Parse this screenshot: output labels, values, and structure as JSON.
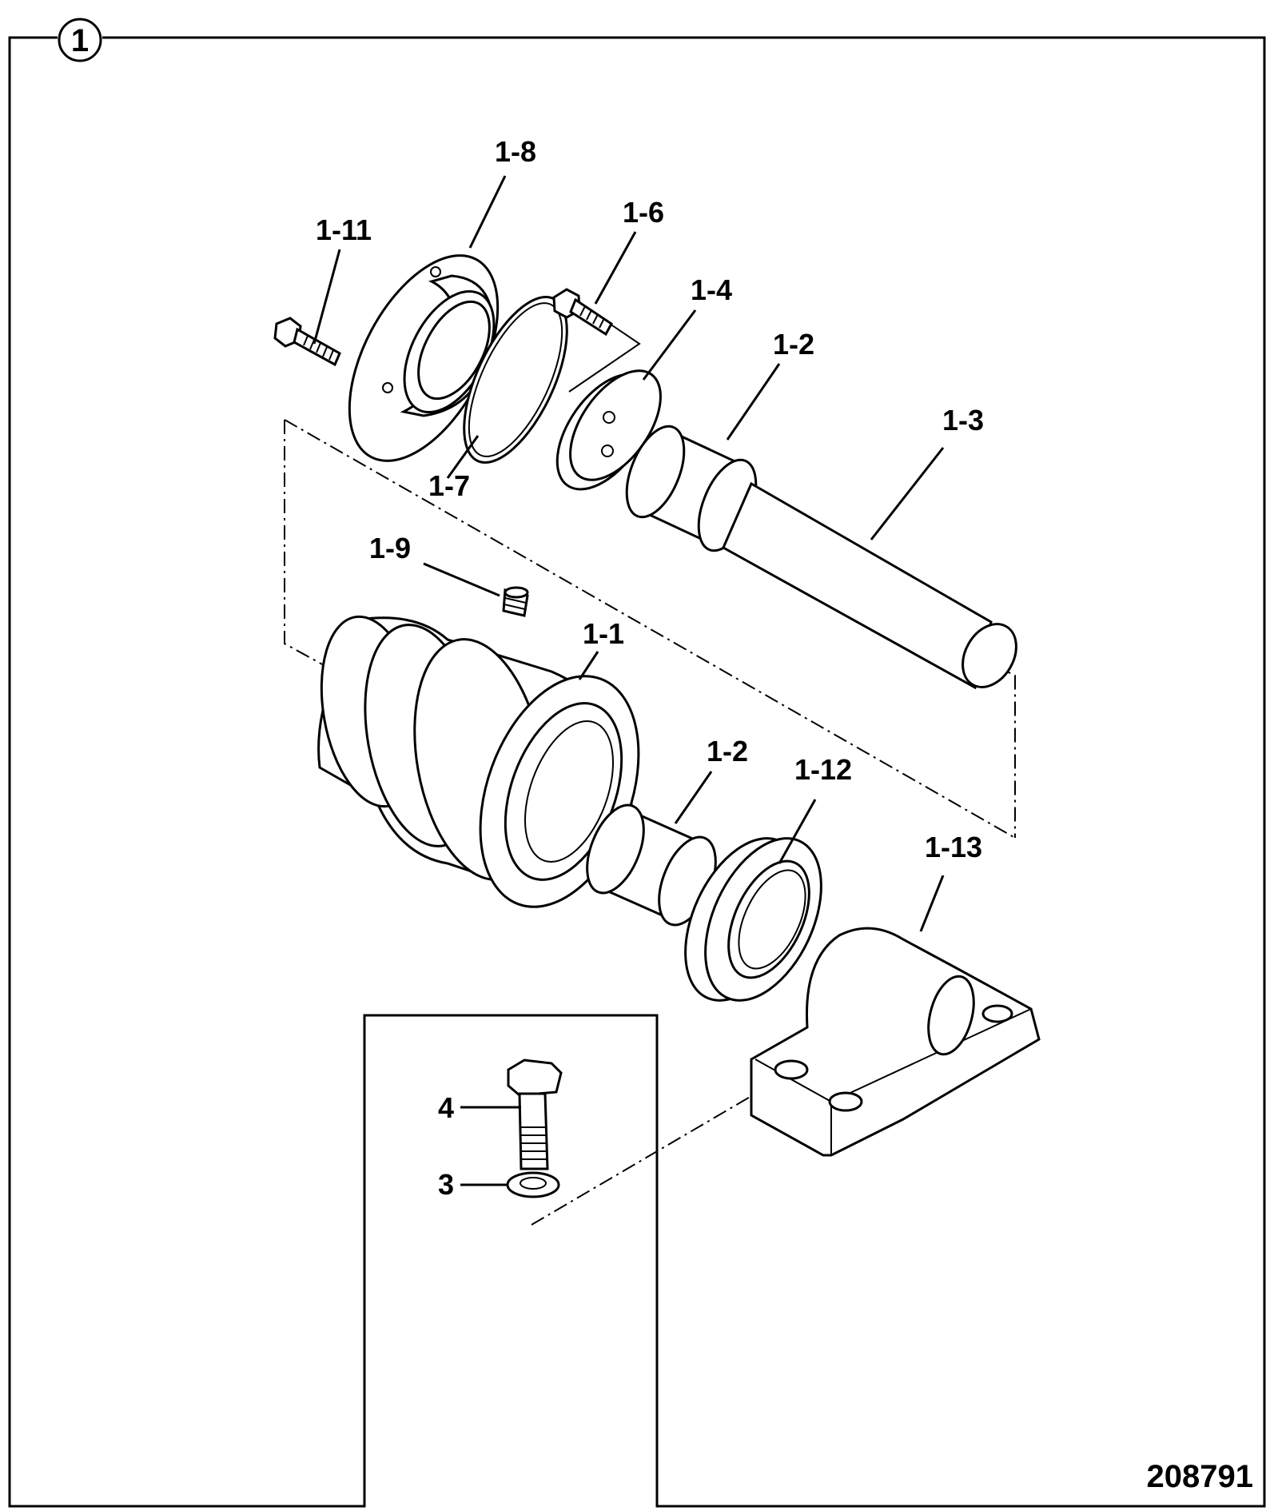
{
  "figure": {
    "number": "1",
    "drawing_number": "208791"
  },
  "callouts": [
    {
      "id": "c-1-8",
      "text": "1-8"
    },
    {
      "id": "c-1-11",
      "text": "1-11"
    },
    {
      "id": "c-1-6",
      "text": "1-6"
    },
    {
      "id": "c-1-4",
      "text": "1-4"
    },
    {
      "id": "c-1-2a",
      "text": "1-2"
    },
    {
      "id": "c-1-3",
      "text": "1-3"
    },
    {
      "id": "c-1-7",
      "text": "1-7"
    },
    {
      "id": "c-1-9",
      "text": "1-9"
    },
    {
      "id": "c-1-1",
      "text": "1-1"
    },
    {
      "id": "c-1-2b",
      "text": "1-2"
    },
    {
      "id": "c-1-12",
      "text": "1-12"
    },
    {
      "id": "c-1-13",
      "text": "1-13"
    },
    {
      "id": "c-4",
      "text": "4"
    },
    {
      "id": "c-3",
      "text": "3"
    }
  ]
}
